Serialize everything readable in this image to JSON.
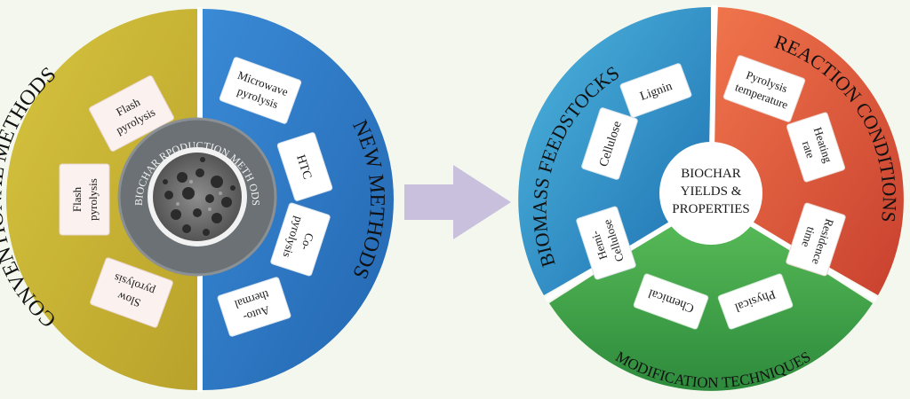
{
  "left_diagram": {
    "conventional_label": "CONVENTIONAL METHODS",
    "new_label": "NEW METHODS",
    "center_ring_label": "BIOCHAR RPODUCTION METH ODS",
    "conventional_items": [
      [
        "Flash",
        "pyrolysis"
      ],
      [
        "Flash",
        "pyrolysis"
      ],
      [
        "Slow",
        "pyrolysis"
      ]
    ],
    "new_items": [
      [
        "Microwave",
        "pyrolysis"
      ],
      [
        "HTC"
      ],
      [
        "Co-",
        "pyrolysis"
      ],
      [
        "Auto-",
        "thermal"
      ]
    ],
    "colors": {
      "conventional": "#c9b432",
      "new": "#2f79c3",
      "ring": "#6b7174"
    }
  },
  "arrow": {
    "color": "#c9c0dd"
  },
  "right_diagram": {
    "center_label": [
      "BIOCHAR",
      "YIELDS &",
      "PROPERTIES"
    ],
    "feedstocks_label": "BIOMASS FEEDSTOCKS",
    "conditions_label": "REACTION CONDITIONS",
    "modification_label": "MODIFICATION TECHNIQUES",
    "feedstock_items": [
      [
        "Lignin"
      ],
      [
        "Cellulose"
      ],
      [
        "Hemi-",
        "Cellulose"
      ]
    ],
    "condition_items": [
      [
        "Pyrolysis",
        "temperature"
      ],
      [
        "Heating",
        "rate"
      ],
      [
        "Residence",
        "time"
      ]
    ],
    "modification_items": [
      [
        "Chemical"
      ],
      [
        "Physical"
      ]
    ],
    "colors": {
      "feedstocks": "#2a93c9",
      "conditions": "#e05a3c",
      "modification": "#3faa4a"
    }
  }
}
